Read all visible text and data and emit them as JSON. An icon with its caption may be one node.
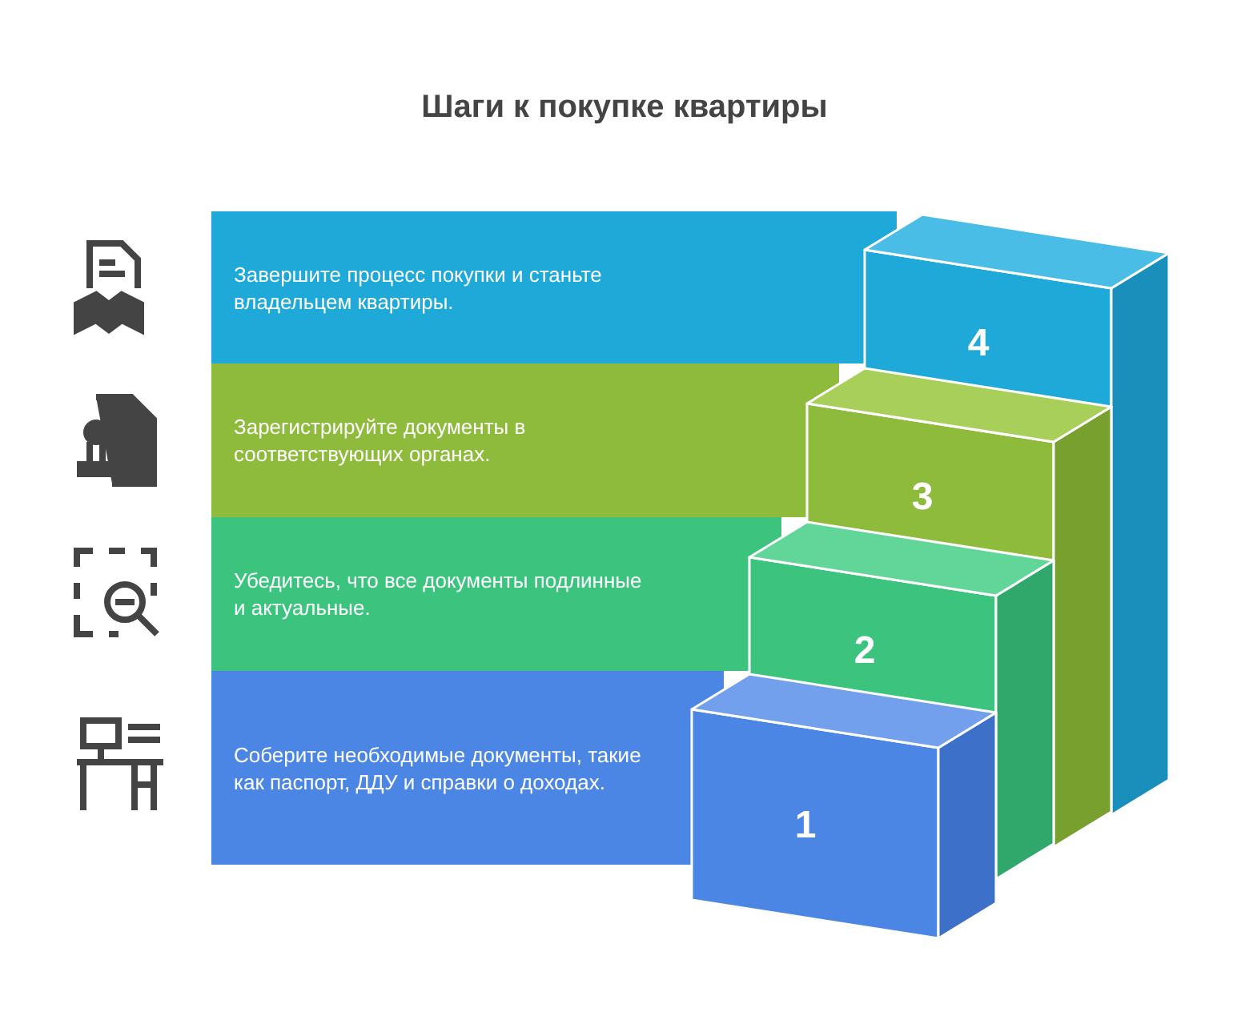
{
  "diagram": {
    "title": "Шаги к покупке квартиры",
    "nodes": [
      {
        "text": [
          "Завершите процесс покупки и станьте владельцем квартиры."
        ]
      },
      {
        "text": [
          "4"
        ]
      },
      {
        "text": [
          "Зарегистрируйте документы в соответствующих органах."
        ]
      },
      {
        "text": [
          "3"
        ]
      },
      {
        "text": [
          "Убедитесь, что все документы подлинные и актуальные."
        ]
      },
      {
        "text": [
          "2"
        ]
      },
      {
        "text": [
          "Соберите необходимые документы, такие как паспорт, ДДУ и справки о доходах."
        ]
      },
      {
        "text": [
          "1"
        ]
      }
    ],
    "edges": []
  }
}
